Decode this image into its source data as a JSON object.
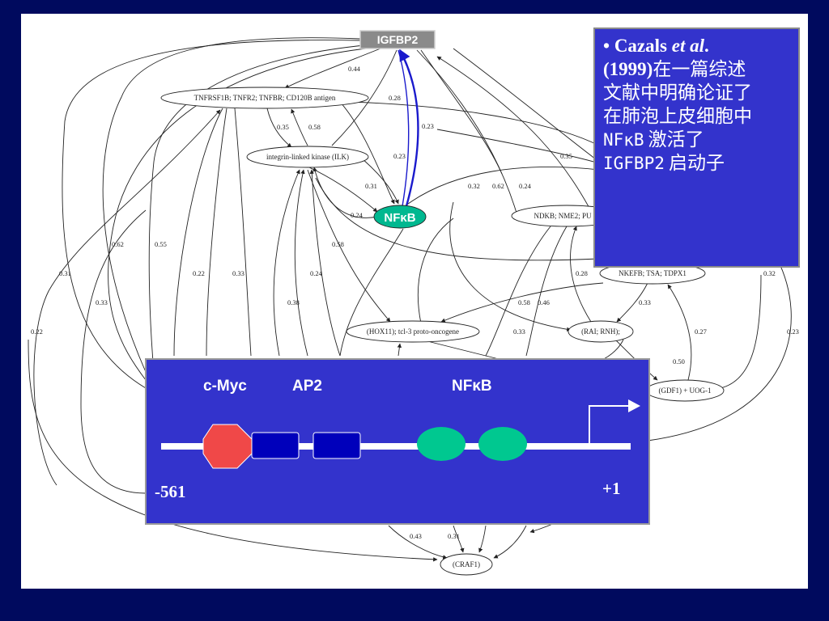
{
  "network": {
    "top_node": "IGFBP2",
    "nfkb_node": "NFκB",
    "nodes": {
      "tnfr": "TNFRSF1B; TNFR2; TNFBR; CD120B antigen",
      "ilk": "integrin-linked kinase (ILK)",
      "ndkb": "NDKB; NME2; PU",
      "nkefb": "NKEFB; TSA; TDPX1",
      "hox11": "(HOX11); tcl-3 proto-oncogene",
      "rai": "(RAI; RNH);",
      "gdf1": "(GDF1) + UOG-1",
      "craf1": "(CRAF1)"
    },
    "edge_labels": [
      "0.44",
      "0.28",
      "0.23",
      "0.35",
      "0.58",
      "0.23",
      "0.31",
      "0.24",
      "0.35",
      "0.32",
      "0.62",
      "0.24",
      "0.62",
      "0.55",
      "0.31",
      "0.22",
      "0.33",
      "0.24",
      "0.58",
      "0.33",
      "0.22",
      "0.38",
      "0.28",
      "0.58",
      "0.46",
      "0.33",
      "0.33",
      "0.27",
      "0.50",
      "0.32",
      "0.23",
      "0.43",
      "0.31"
    ]
  },
  "callout": {
    "bullet": "•",
    "author": "Cazals",
    "etal": "et al",
    "period": ".",
    "year": "(1999)",
    "text1": "在一篇综述",
    "text2": "文献中明确论证了",
    "text3": "在肺泡上皮细胞中",
    "text4a": "NFκB",
    "text4b": "激活了",
    "text5a": "IGFBP2",
    "text5b": "启动子"
  },
  "promoter": {
    "label_cmyc": "c-Myc",
    "label_ap2": "AP2",
    "label_nfkb": "NFκB",
    "start": "-561",
    "end": "+1"
  },
  "colors": {
    "background": "#000a5e",
    "panel": "#3333cc",
    "cmyc": "#f04848",
    "ap2": "#0000bb",
    "nfkb": "#00c890",
    "highlight_edge": "#1a1acc",
    "top_node_bg": "#8a8a8a"
  }
}
